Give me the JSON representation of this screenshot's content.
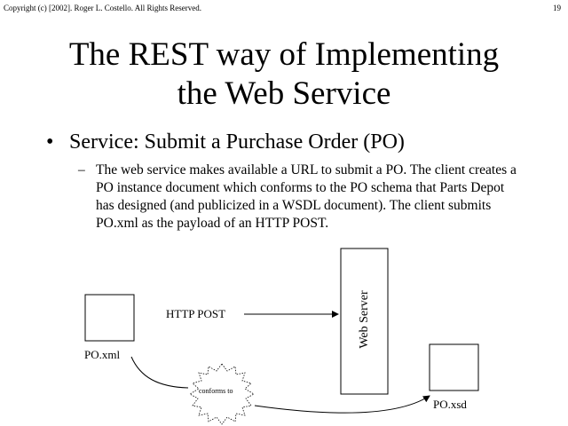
{
  "header": {
    "copyright": "Copyright (c) [2002]. Roger L. Costello. All Rights Reserved.",
    "page_number": "19"
  },
  "slide": {
    "title_line1": "The REST way of Implementing",
    "title_line2": "the Web Service",
    "bullet_marker": "•",
    "bullet_text": "Service: Submit a Purchase Order (PO)",
    "subbullet_marker": "–",
    "subbullet_text": "The web service makes available a URL to submit a PO.  The client creates a PO instance document which conforms to the PO schema that Parts Depot has designed (and publicized in a WSDL document).  The client submits PO.xml as the payload of an HTTP POST."
  },
  "diagram": {
    "po_xml_label": "PO.xml",
    "http_post_label": "HTTP POST",
    "web_server_label": "Web Server",
    "conforms_label": "conforms to",
    "po_xsd_label": "PO.xsd"
  }
}
